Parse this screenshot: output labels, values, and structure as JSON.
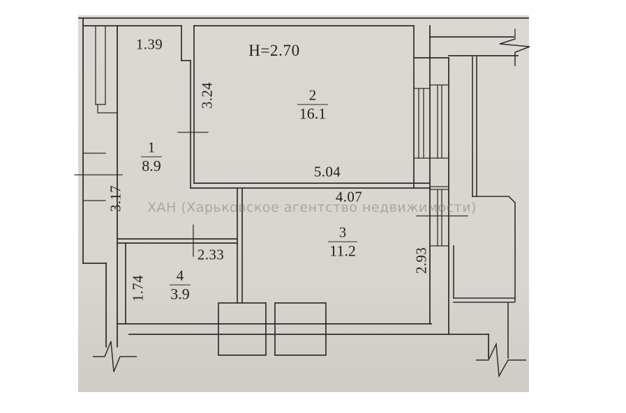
{
  "watermark": "ХАН (Харьковское агентство недвижимости)",
  "ceiling_height": "H=2.70",
  "rooms": [
    {
      "number": "1",
      "area": "8.9"
    },
    {
      "number": "2",
      "area": "16.1"
    },
    {
      "number": "3",
      "area": "11.2"
    },
    {
      "number": "4",
      "area": "3.9"
    }
  ],
  "dims": {
    "niche_width": "1.39",
    "room2_depth": "3.24",
    "room2_width": "5.04",
    "room3_width": "4.07",
    "left_wall_window": "3.17",
    "room4_width": "2.33",
    "room4_depth": "1.74",
    "right_wall_window": "2.93"
  },
  "colors": {
    "paper": "#d8d5d0",
    "line": "#2f2d2a",
    "text": "#23221f",
    "watermark_gray": "#6e6c68"
  }
}
